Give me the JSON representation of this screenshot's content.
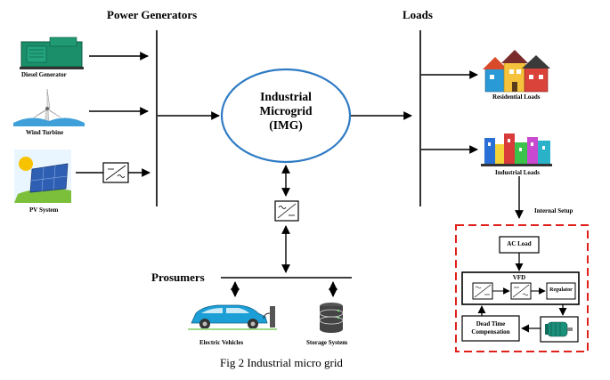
{
  "headers": {
    "power_generators": "Power Generators",
    "loads": "Loads",
    "prosumers": "Prosumers"
  },
  "generators": {
    "diesel": "Diesel Generator",
    "wind": "Wind Turbine",
    "pv": "PV System"
  },
  "microgrid": {
    "line1": "Industrial",
    "line2": "Microgrid",
    "line3": "(IMG)"
  },
  "loads": {
    "residential": "Residential Loads",
    "industrial": "Industrial Loads",
    "internal_setup": "Internal Setup"
  },
  "prosumer_items": {
    "ev": "Electric Vehicles",
    "storage": "Storage System"
  },
  "internal": {
    "ac_load": "AC Load",
    "vfd": "VFD",
    "regulator": "Regulator",
    "dead_time_line1": "Dead Time",
    "dead_time_line2": "Compensation"
  },
  "caption": "Fig 2 Industrial micro grid",
  "colors": {
    "microgrid_ring": "#2e7bc4",
    "internal_border": "#e0201b"
  }
}
